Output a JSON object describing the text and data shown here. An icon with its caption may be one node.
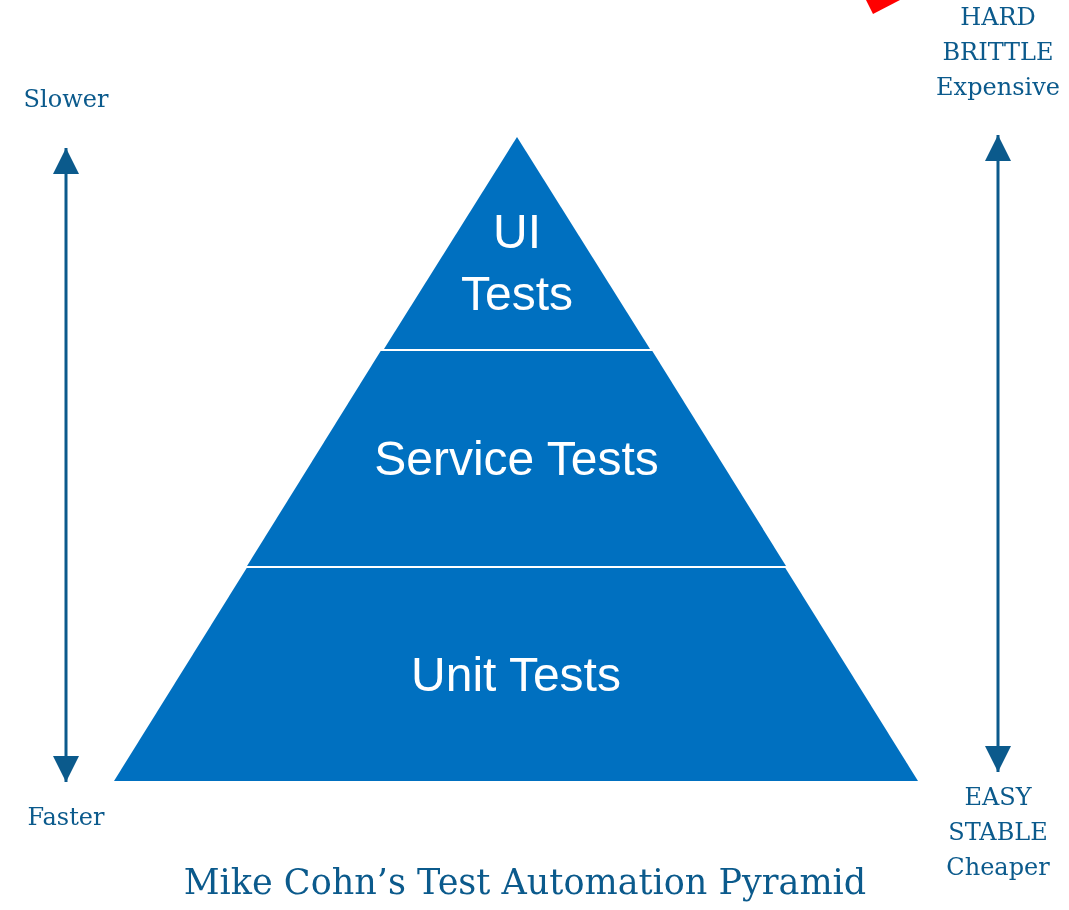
{
  "diagram": {
    "caption": "Mike Cohn’s Test Automation Pyramid",
    "nodes": [
      {
        "text": [
          "UI Tests"
        ]
      },
      {
        "text": [
          "Service Tests"
        ]
      },
      {
        "text": [
          "Unit Tests"
        ]
      },
      {
        "text": [
          "Slower"
        ]
      },
      {
        "text": [
          "Faster"
        ]
      },
      {
        "text": [
          "HARD BRITTLE Expensive"
        ]
      },
      {
        "text": [
          "EASY STABLE Cheaper"
        ]
      }
    ],
    "edges": [
      {
        "from": 3,
        "to": 4,
        "arrow": "both"
      },
      {
        "from": 5,
        "to": 6,
        "arrow": "both"
      }
    ]
  }
}
